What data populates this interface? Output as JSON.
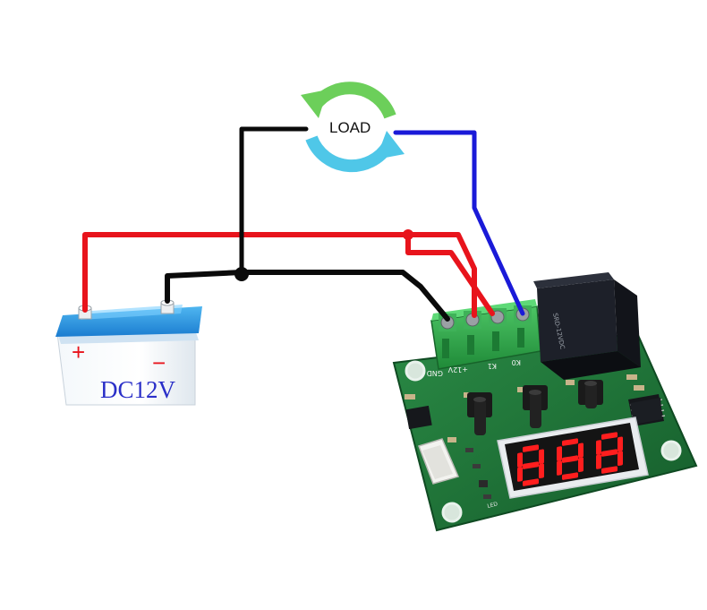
{
  "load": {
    "label": "LOAD"
  },
  "battery": {
    "label": "DC12V",
    "plus": "+",
    "minus": "−"
  },
  "terminals": [
    "GND",
    "+12V",
    "K1",
    "K0"
  ],
  "board": {
    "led_label": "LED"
  },
  "display": {
    "reading": "888"
  },
  "colors": {
    "wire_positive": "#e8141c",
    "wire_negative": "#0a0a0a",
    "wire_load": "#1a1ad8",
    "pcb": "#1f7a3a",
    "terminal_block": "#2fa84a",
    "relay": "#1a1d26",
    "segment_on": "#ff1e1e",
    "arrow_green": "#6ccf5a",
    "arrow_blue": "#4fc7e8"
  }
}
